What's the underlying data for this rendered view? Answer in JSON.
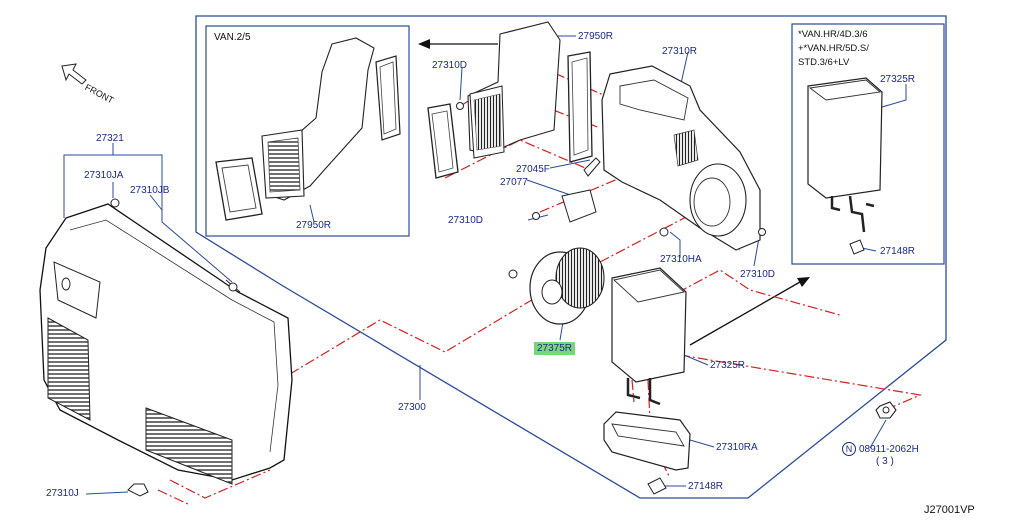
{
  "diagram_code": "J27001VP",
  "front_label": "FRONT",
  "inset_left": {
    "title": "VAN.2/5",
    "part": "27950R"
  },
  "inset_right": {
    "notes": [
      "*VAN.HR/4D.3/6",
      "+*VAN.HR/5D.S/",
      "STD.3/6+LV"
    ],
    "part_a": "27325R",
    "part_b": "27148R"
  },
  "labels": {
    "p27321": "27321",
    "p27310JA": "27310JA",
    "p27310JB": "27310JB",
    "p27310J": "27310J",
    "p27300": "27300",
    "p27310D_a": "27310D",
    "p27310D_b": "27310D",
    "p27310D_c": "27310D",
    "p27950R": "27950R",
    "p27310R": "27310R",
    "p27045F": "27045F",
    "p27077": "27077",
    "p27310HA": "27310HA",
    "p27375R": "27375R",
    "p27325R": "27325R",
    "p27310RA": "27310RA",
    "p27148R": "27148R",
    "p08911": "08911-2062H",
    "p08911_symbol": "N",
    "p08911_qty": "( 3 )"
  }
}
